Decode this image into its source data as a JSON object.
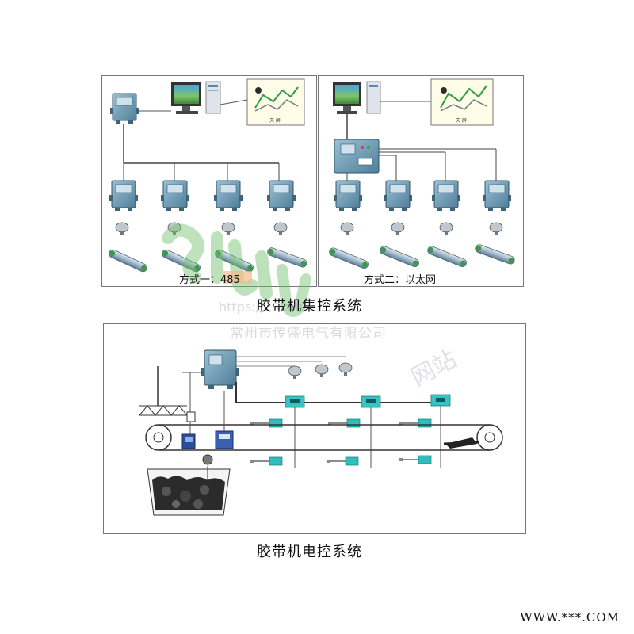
{
  "top": {
    "left_label": "方式一：485",
    "right_label": "方式二：以太网",
    "caption": "胶带机集控系统",
    "screen_label_left": "天 屏",
    "screen_label_right": "天 屏"
  },
  "bottom": {
    "caption": "胶带机电控系统"
  },
  "watermark": {
    "url": "https://...com",
    "company": "常州市传盛电气有限公司",
    "site": "网站"
  },
  "footer": "WWW.***.COM",
  "colors": {
    "device_blue": "#6d9db6",
    "sensor_cyan": "#3bbfc5",
    "line": "#555555",
    "watermark_green": "#6fc06a"
  }
}
